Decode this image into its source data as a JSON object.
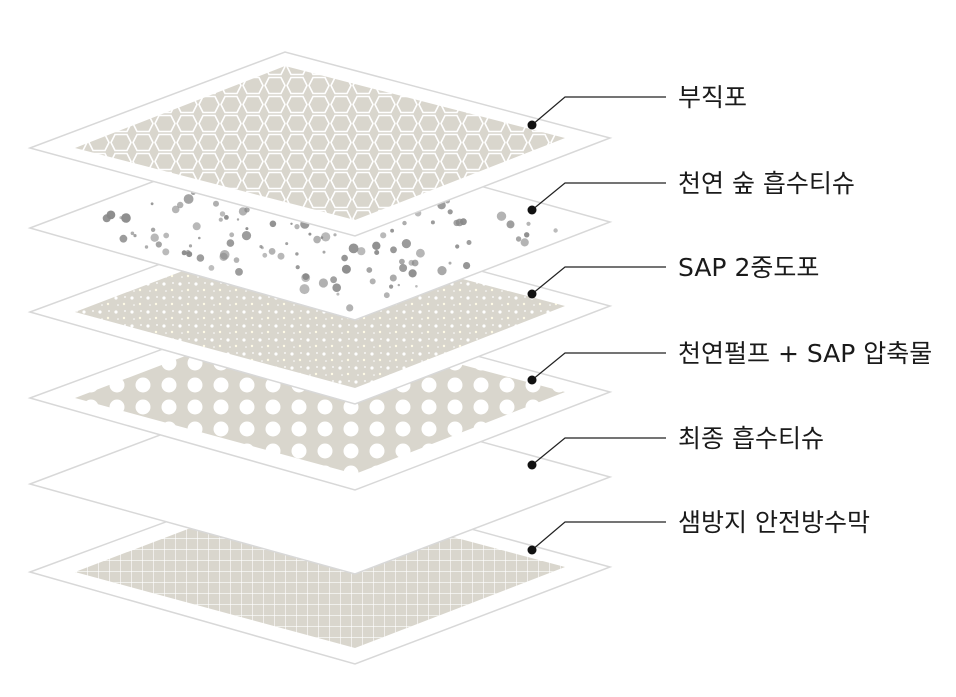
{
  "diagram": {
    "layers": [
      {
        "label": "부직포",
        "pattern": "hexagon-mesh"
      },
      {
        "label": "천연 숲 흡수티슈",
        "pattern": "splatter-spots"
      },
      {
        "label": "SAP 2중도포",
        "pattern": "fine-dots"
      },
      {
        "label": "천연펄프 + SAP 압축물",
        "pattern": "large-dots"
      },
      {
        "label": "최종 흡수티슈",
        "pattern": "plain"
      },
      {
        "label": "샘방지 안전방수막",
        "pattern": "grid"
      }
    ],
    "colors": {
      "sheet_outline": "#d8d8d8",
      "fill_gray": "#d9d6cd",
      "mark_dark": "#888888",
      "leader_line": "#222222",
      "label_text": "#1a1a1a"
    }
  }
}
